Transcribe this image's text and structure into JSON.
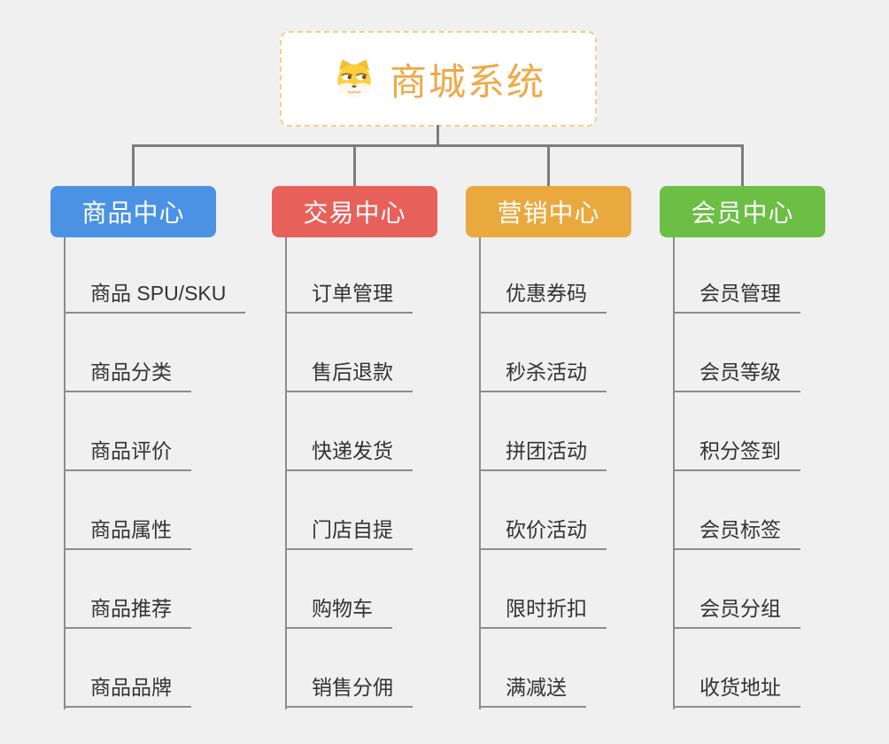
{
  "root": {
    "title": "商城系统",
    "icon": "dog-face-icon"
  },
  "colors": {
    "background": "#f0f0f0",
    "root_fill": "#ffffff",
    "root_border": "#f8cd86",
    "root_text": "#f0a848",
    "connector": "#7d7d7d",
    "item_line": "#8c8c8c",
    "item_text": "#333333",
    "header_text": "#ffffff"
  },
  "branches": [
    {
      "label": "商品中心",
      "color": "#4b92e5",
      "items": [
        "商品 SPU/SKU",
        "商品分类",
        "商品评价",
        "商品属性",
        "商品推荐",
        "商品品牌"
      ]
    },
    {
      "label": "交易中心",
      "color": "#e8605a",
      "items": [
        "订单管理",
        "售后退款",
        "快递发货",
        "门店自提",
        "购物车",
        "销售分佣"
      ]
    },
    {
      "label": "营销中心",
      "color": "#eaa93e",
      "items": [
        "优惠券码",
        "秒杀活动",
        "拼团活动",
        "砍价活动",
        "限时折扣",
        "满减送"
      ]
    },
    {
      "label": "会员中心",
      "color": "#6cbe45",
      "items": [
        "会员管理",
        "会员等级",
        "积分签到",
        "会员标签",
        "会员分组",
        "收货地址"
      ]
    }
  ]
}
